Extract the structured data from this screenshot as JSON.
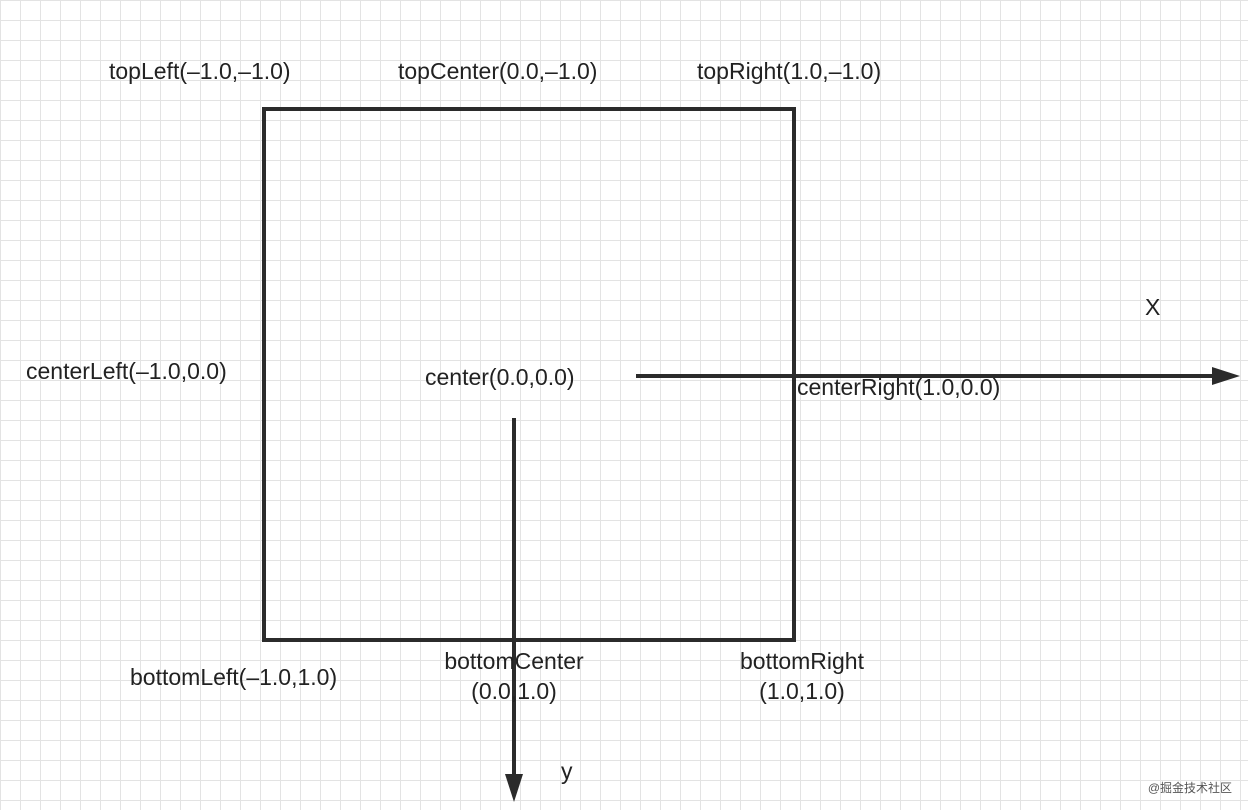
{
  "labels": {
    "top_left": "topLeft(–1.0,–1.0)",
    "top_center": "topCenter(0.0,–1.0)",
    "top_right": "topRight(1.0,–1.0)",
    "center_left": "centerLeft(–1.0,0.0)",
    "center": "center(0.0,0.0)",
    "center_right": "centerRight(1.0,0.0)",
    "bottom_left": "bottomLeft(–1.0,1.0)",
    "bottom_center_line1": "bottomCenter",
    "bottom_center_line2": "(0.0,1.0)",
    "bottom_right_line1": "bottomRight",
    "bottom_right_line2": "(1.0,1.0)"
  },
  "axes": {
    "x_label": "X",
    "y_label": "y"
  },
  "watermark": "@掘金技术社区",
  "colors": {
    "stroke": "#2b2b2b",
    "grid": "#e3e3e3",
    "background": "#ffffff"
  }
}
